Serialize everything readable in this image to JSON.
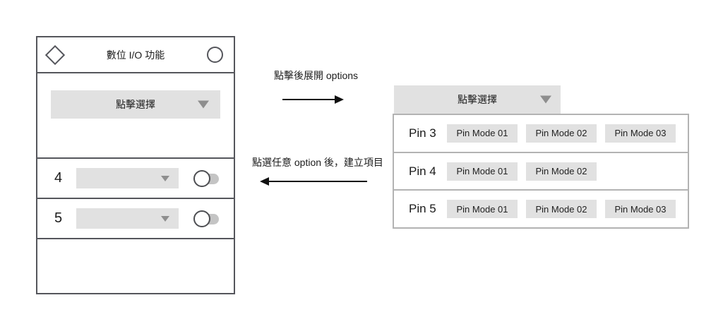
{
  "colors": {
    "panel_border": "#55565c",
    "light_border": "#b3b3b3",
    "fill_gray": "#e1e1e1",
    "caret_gray": "#8e8e8e",
    "toggle_track": "#c4c4c4",
    "arrow_black": "#111111",
    "text": "#1b1b1b"
  },
  "device_panel": {
    "title": "數位 I/O 功能",
    "header_icons": {
      "left": "diamond-icon",
      "right": "circle-icon"
    },
    "select_dropdown": {
      "label": "點擊選擇"
    },
    "pin_rows": [
      {
        "pin": "4",
        "dropdown_value": "",
        "toggle_state": "off"
      },
      {
        "pin": "5",
        "dropdown_value": "",
        "toggle_state": "off"
      }
    ]
  },
  "flow_annotations": {
    "expand": {
      "label": "點擊後展開 options",
      "direction": "right"
    },
    "create": {
      "label": "點選任意 option 後，建立項目",
      "direction": "left"
    }
  },
  "options_panel": {
    "dropdown": {
      "label": "點擊選擇"
    },
    "rows": [
      {
        "pin": "Pin 3",
        "modes": [
          "Pin Mode 01",
          "Pin Mode 02",
          "Pin Mode 03"
        ]
      },
      {
        "pin": "Pin 4",
        "modes": [
          "Pin Mode 01",
          "Pin Mode 02"
        ]
      },
      {
        "pin": "Pin 5",
        "modes": [
          "Pin Mode 01",
          "Pin Mode 02",
          "Pin Mode 03"
        ]
      }
    ]
  }
}
